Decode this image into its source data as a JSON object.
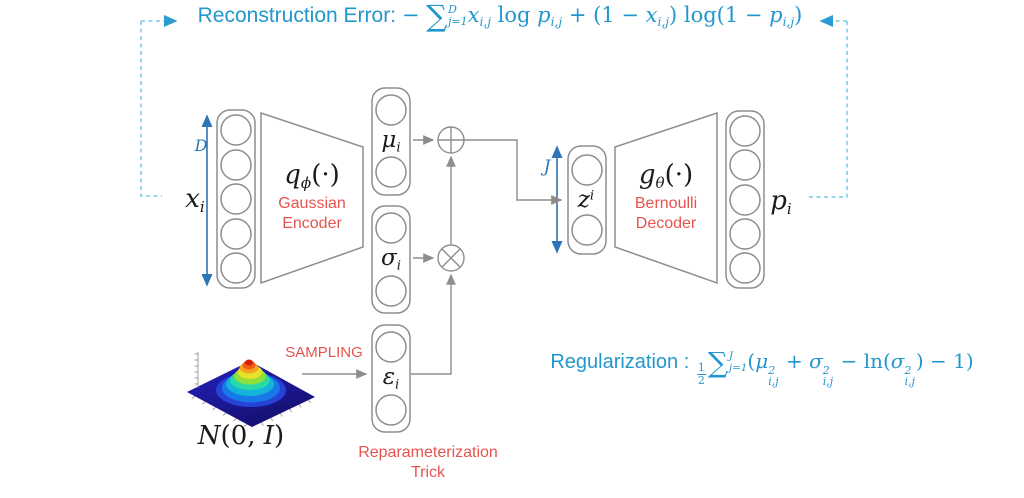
{
  "palette": {
    "formula_blue": "#2397cd",
    "dashed_blue": "#76c9e9",
    "dashed_arrowhead_blue": "#2d9bd3",
    "dimension_arrow_blue": "#2e75b6",
    "label_red": "#e7534e",
    "line_gray": "#8d8d8d",
    "text_black": "#1b1b1b",
    "surface_base_blue": "#1d19a8",
    "surface_peak_red": "#d41f0e"
  },
  "formulas": {
    "reconstruction": {
      "tokens": [
        {
          "t": "tx",
          "v": "Reconstruction Error: "
        },
        {
          "t": "mt",
          "v": "− "
        },
        {
          "t": "sum",
          "sup": "D",
          "sub": "j=1"
        },
        {
          "t": "it",
          "v": "x"
        },
        {
          "t": "sb",
          "v": "i,j"
        },
        {
          "t": "mt",
          "v": " log "
        },
        {
          "t": "it",
          "v": "p"
        },
        {
          "t": "sb",
          "v": "i,j"
        },
        {
          "t": "mt",
          "v": " + (1 − "
        },
        {
          "t": "it",
          "v": "x"
        },
        {
          "t": "sb",
          "v": "i,j"
        },
        {
          "t": "mt",
          "v": ") log(1 − "
        },
        {
          "t": "it",
          "v": "p"
        },
        {
          "t": "sb",
          "v": "i,j"
        },
        {
          "t": "mt",
          "v": ")"
        }
      ]
    },
    "regularization": {
      "tokens": [
        {
          "t": "tx",
          "v": "Regularization : "
        },
        {
          "t": "frac",
          "num": "1",
          "den": "2"
        },
        {
          "t": "sum",
          "sup": "J",
          "sub": "j=1"
        },
        {
          "t": "mt",
          "v": "("
        },
        {
          "t": "it",
          "v": "μ"
        },
        {
          "t": "ssb",
          "sup": "2",
          "sub": "i,j"
        },
        {
          "t": "mt",
          "v": " + "
        },
        {
          "t": "it",
          "v": "σ"
        },
        {
          "t": "ssb",
          "sup": "2",
          "sub": "i,j"
        },
        {
          "t": "mt",
          "v": " − ln("
        },
        {
          "t": "it",
          "v": "σ"
        },
        {
          "t": "ssb",
          "sup": "2",
          "sub": "i,j"
        },
        {
          "t": "mt",
          "v": ") − 1)"
        }
      ]
    }
  },
  "encoder": {
    "function_tokens": [
      {
        "t": "it",
        "v": "q"
      },
      {
        "t": "sb",
        "v": "ϕ"
      },
      {
        "t": "mt",
        "v": "(·)"
      }
    ],
    "name_line1": "Gaussian",
    "name_line2": "Encoder"
  },
  "decoder": {
    "function_tokens": [
      {
        "t": "it",
        "v": "g"
      },
      {
        "t": "sb",
        "v": "θ"
      },
      {
        "t": "mt",
        "v": "(·)"
      }
    ],
    "name_line1": "Bernoulli",
    "name_line2": "Decoder"
  },
  "layers": {
    "input_label_tokens": [
      {
        "t": "it",
        "v": "x"
      },
      {
        "t": "sb",
        "v": "i"
      }
    ],
    "input_units": 5,
    "input_dim_tokens": [
      {
        "t": "it",
        "v": "D"
      }
    ],
    "mu_label_tokens": [
      {
        "t": "it",
        "v": "μ"
      },
      {
        "t": "sb",
        "v": "i"
      }
    ],
    "mu_units": 2,
    "sigma_label_tokens": [
      {
        "t": "it",
        "v": "σ"
      },
      {
        "t": "sb",
        "v": "i"
      }
    ],
    "sigma_units": 2,
    "epsilon_label_tokens": [
      {
        "t": "it",
        "v": "ε"
      },
      {
        "t": "sb",
        "v": "i"
      }
    ],
    "epsilon_units": 2,
    "latent_label_tokens": [
      {
        "t": "it",
        "v": "z"
      },
      {
        "t": "sp",
        "v": "i"
      }
    ],
    "latent_units": 2,
    "latent_dim_tokens": [
      {
        "t": "it",
        "v": "J"
      }
    ],
    "output_label_tokens": [
      {
        "t": "it",
        "v": "p"
      },
      {
        "t": "sb",
        "v": "i"
      }
    ],
    "output_units": 5
  },
  "sampling": {
    "label": "SAMPLING",
    "distribution_tokens": [
      {
        "t": "it",
        "v": "N"
      },
      {
        "t": "mt",
        "v": "(0, "
      },
      {
        "t": "it",
        "v": "I"
      },
      {
        "t": "mt",
        "v": ")"
      }
    ],
    "trick_line1": "Reparameterization",
    "trick_line2": "Trick"
  }
}
